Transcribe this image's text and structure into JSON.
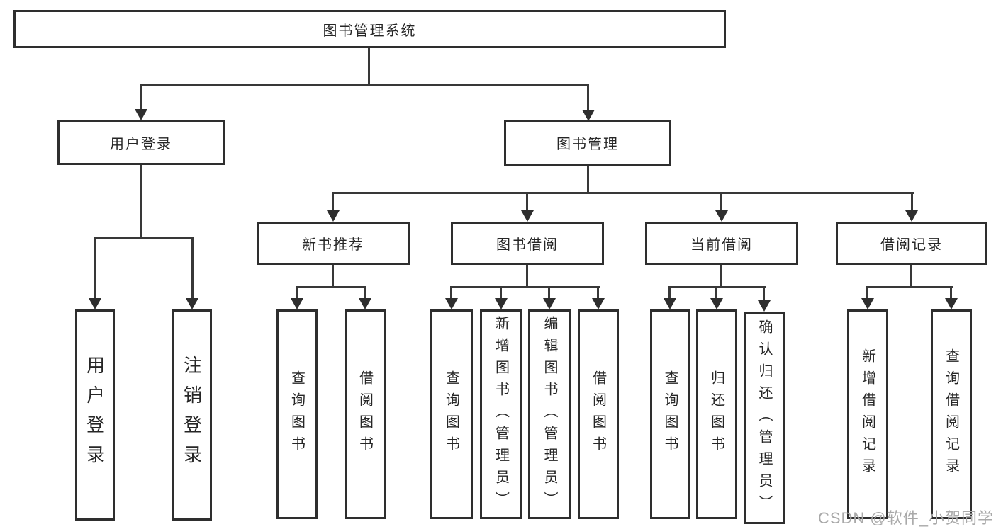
{
  "diagram": {
    "root_label": "图书管理系统",
    "level2": {
      "user_login": "用户登录",
      "book_mgmt": "图书管理"
    },
    "level3": {
      "new_books": "新书推荐",
      "borrowing": "图书借阅",
      "current_borrow": "当前借阅",
      "borrow_records": "借阅记录"
    },
    "leaves": {
      "user_login": [
        "用户登录",
        "注销登录"
      ],
      "new_books": [
        "查询图书",
        "借阅图书"
      ],
      "borrowing": [
        "查询图书",
        "新增图书（管理员）",
        "编辑图书（管理员）",
        "借阅图书"
      ],
      "current_borrow": [
        "查询图书",
        "归还图书",
        "确认归还（管理员）"
      ],
      "borrow_records": [
        "新增借阅记录",
        "查询借阅记录"
      ]
    },
    "colors": {
      "line": "#383838",
      "border": "#2e2e2e",
      "text": "#262626",
      "watermark": "#a9a9a9"
    },
    "watermark": "CSDN @软件_小贺同学"
  }
}
